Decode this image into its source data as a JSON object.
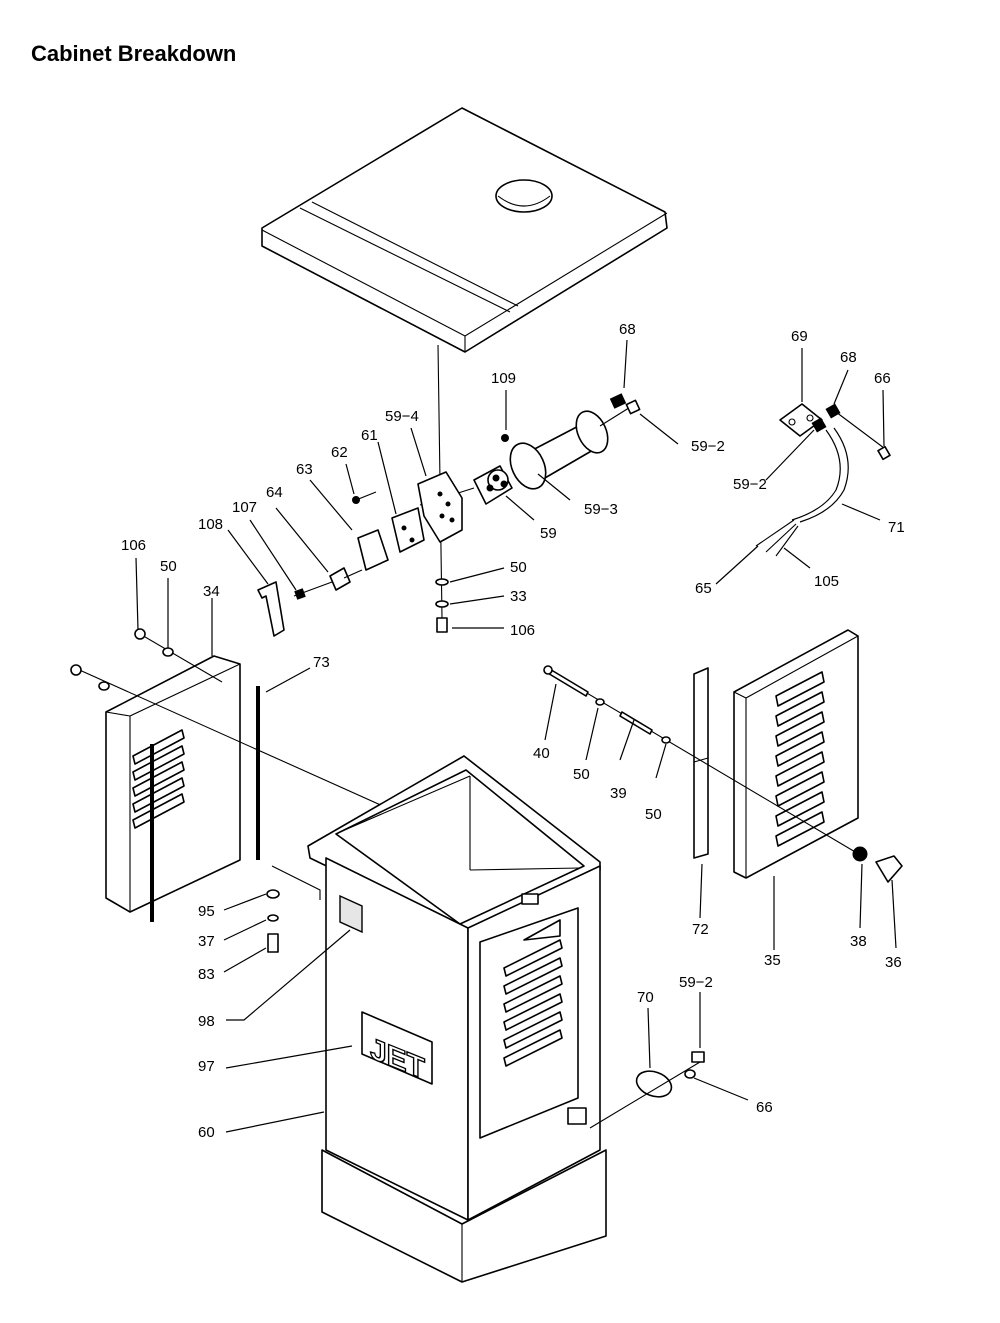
{
  "title": "Cabinet Breakdown",
  "logo_text": "JET",
  "callouts": [
    {
      "id": "68a",
      "text": "68"
    },
    {
      "id": "109",
      "text": "109"
    },
    {
      "id": "59-4",
      "text": "59−4"
    },
    {
      "id": "69",
      "text": "69"
    },
    {
      "id": "68b",
      "text": "68"
    },
    {
      "id": "66a",
      "text": "66"
    },
    {
      "id": "61",
      "text": "61"
    },
    {
      "id": "62",
      "text": "62"
    },
    {
      "id": "59-2a",
      "text": "59−2"
    },
    {
      "id": "63",
      "text": "63"
    },
    {
      "id": "59-2b",
      "text": "59−2"
    },
    {
      "id": "64",
      "text": "64"
    },
    {
      "id": "107",
      "text": "107"
    },
    {
      "id": "59-3",
      "text": "59−3"
    },
    {
      "id": "71",
      "text": "71"
    },
    {
      "id": "108",
      "text": "108"
    },
    {
      "id": "59",
      "text": "59"
    },
    {
      "id": "106a",
      "text": "106"
    },
    {
      "id": "50a",
      "text": "50"
    },
    {
      "id": "65",
      "text": "65"
    },
    {
      "id": "105",
      "text": "105"
    },
    {
      "id": "50b",
      "text": "50"
    },
    {
      "id": "34",
      "text": "34"
    },
    {
      "id": "33",
      "text": "33"
    },
    {
      "id": "106b",
      "text": "106"
    },
    {
      "id": "73",
      "text": "73"
    },
    {
      "id": "40",
      "text": "40"
    },
    {
      "id": "50c",
      "text": "50"
    },
    {
      "id": "39",
      "text": "39"
    },
    {
      "id": "50d",
      "text": "50"
    },
    {
      "id": "95",
      "text": "95"
    },
    {
      "id": "37",
      "text": "37"
    },
    {
      "id": "72",
      "text": "72"
    },
    {
      "id": "38",
      "text": "38"
    },
    {
      "id": "83",
      "text": "83"
    },
    {
      "id": "35",
      "text": "35"
    },
    {
      "id": "36",
      "text": "36"
    },
    {
      "id": "70",
      "text": "70"
    },
    {
      "id": "59-2c",
      "text": "59−2"
    },
    {
      "id": "98",
      "text": "98"
    },
    {
      "id": "97",
      "text": "97"
    },
    {
      "id": "66b",
      "text": "66"
    },
    {
      "id": "60",
      "text": "60"
    }
  ]
}
